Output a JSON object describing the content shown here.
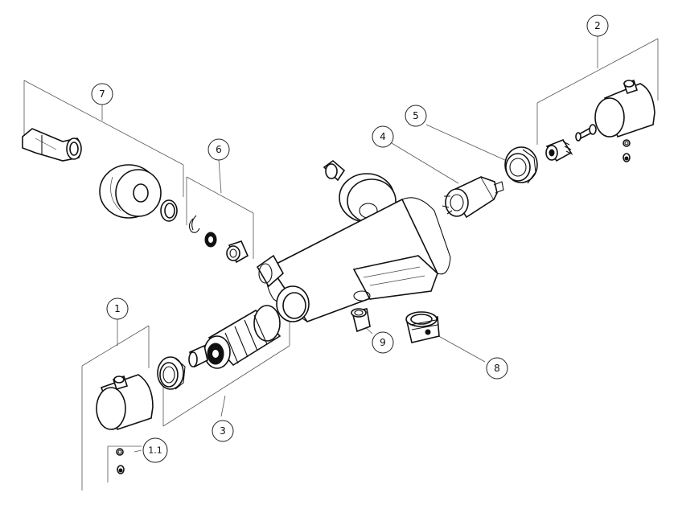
{
  "callouts": {
    "c1": "1",
    "c1_1": "1.1",
    "c2": "2",
    "c3": "3",
    "c4": "4",
    "c5": "5",
    "c6": "6",
    "c7": "7",
    "c8": "8",
    "c9": "9"
  }
}
